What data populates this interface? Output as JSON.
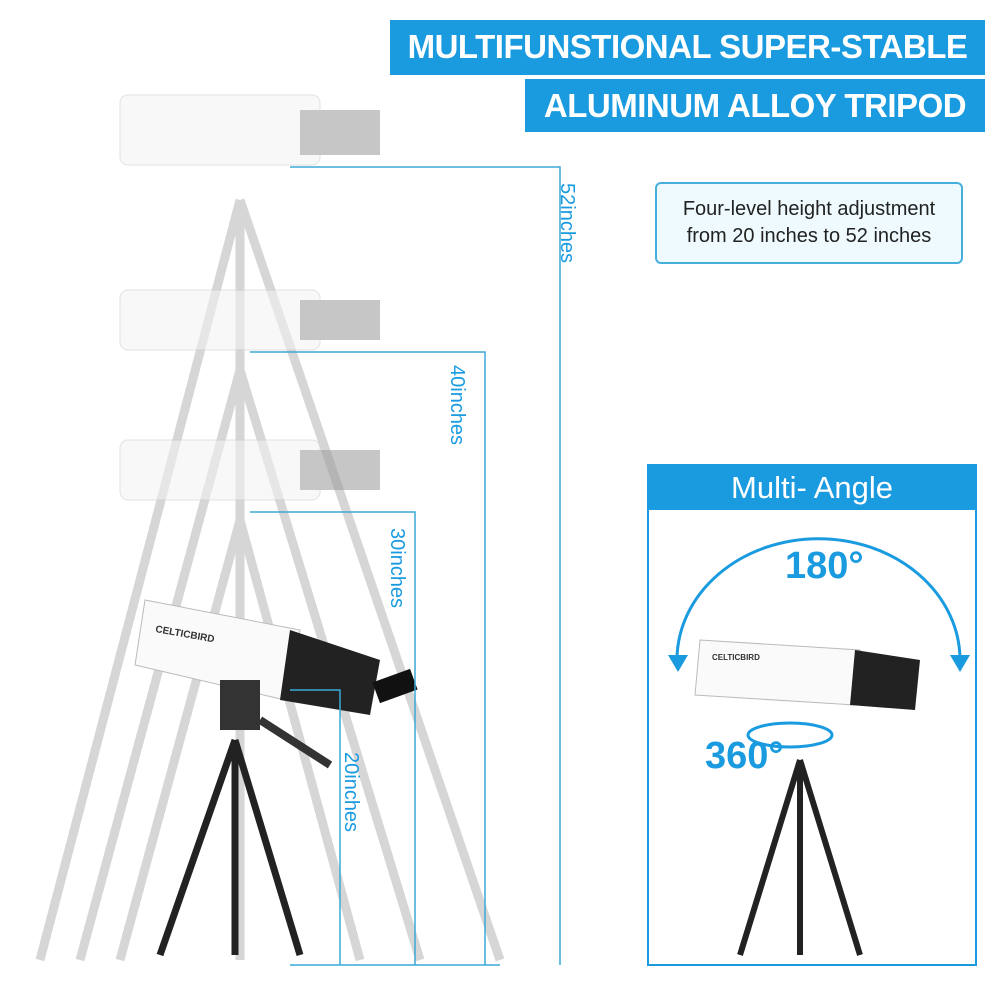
{
  "header": {
    "line1": "MULTIFUNSTIONAL SUPER-STABLE",
    "line2": "ALUMINUM ALLOY TRIPOD"
  },
  "info_box": {
    "line1": "Four-level height adjustment",
    "line2": "from 20 inches to  52 inches"
  },
  "heights": {
    "h52": "52inches",
    "h40": "40inches",
    "h30": "30inches",
    "h20": "20inches"
  },
  "multi_angle": {
    "title": "Multi- Angle",
    "vertical": "180°",
    "horizontal": "360°"
  },
  "brand": "CELTICBIRD",
  "colors": {
    "accent": "#1a9be0",
    "info_bg": "#eefafd"
  }
}
